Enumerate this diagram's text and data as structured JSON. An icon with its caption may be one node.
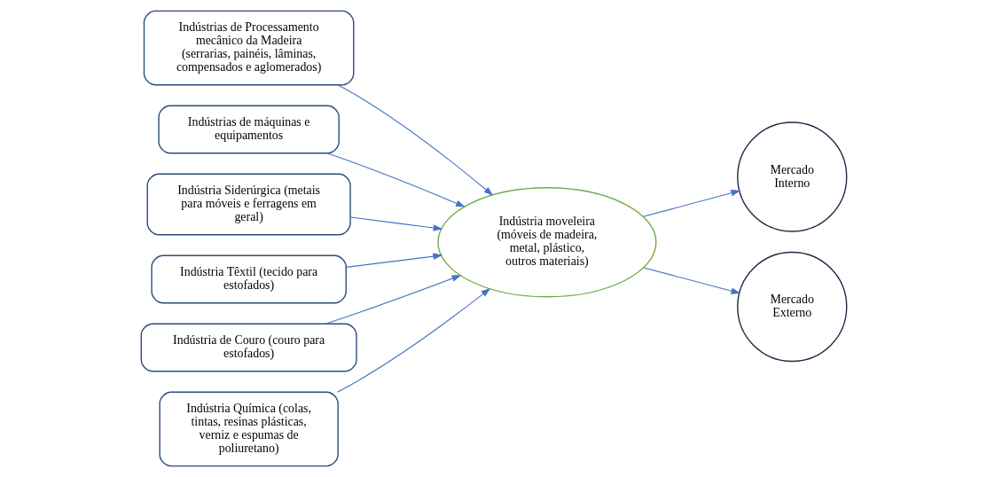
{
  "diagram": {
    "nodes": [
      {
        "text": [
          "Indústrias de Processamento mecânico da Madeira (serrarias, painéis, lâminas, compensados e aglomerados)"
        ]
      },
      {
        "text": [
          "Indústrias de máquinas e equipamentos"
        ]
      },
      {
        "text": [
          "Indústria Siderúrgica (metais para móveis e ferragens em geral)"
        ]
      },
      {
        "text": [
          "Indústria Têxtil (tecido para estofados)"
        ]
      },
      {
        "text": [
          "Indústria de Couro (couro para estofados)"
        ]
      },
      {
        "text": [
          "Indústria Química (colas, tintas, resinas plásticas, verniz e espumas de poliuretano)"
        ]
      },
      {
        "text": [
          "Indústria moveleira (móveis de madeira, metal, plástico, outros materiais)"
        ]
      },
      {
        "text": [
          "Mercado Interno"
        ]
      },
      {
        "text": [
          "Mercado Externo"
        ]
      }
    ],
    "edges": [
      {
        "from": 0,
        "to": 6,
        "arrow": "to"
      },
      {
        "from": 1,
        "to": 6,
        "arrow": "to"
      },
      {
        "from": 2,
        "to": 6,
        "arrow": "to"
      },
      {
        "from": 3,
        "to": 6,
        "arrow": "to"
      },
      {
        "from": 4,
        "to": 6,
        "arrow": "to"
      },
      {
        "from": 5,
        "to": 6,
        "arrow": "to"
      },
      {
        "from": 6,
        "to": 7,
        "arrow": "to"
      },
      {
        "from": 6,
        "to": 8,
        "arrow": "to"
      }
    ]
  }
}
